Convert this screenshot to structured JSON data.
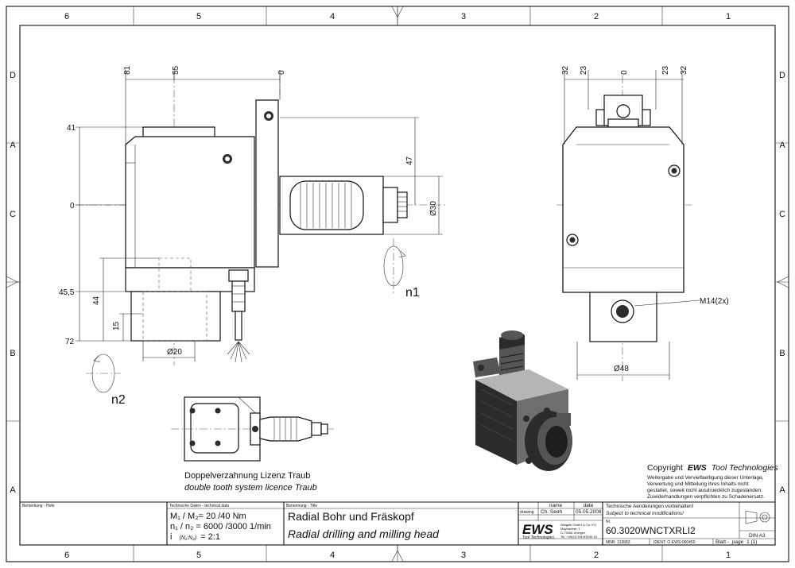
{
  "border": {
    "columns_top": [
      "6",
      "5",
      "4",
      "3",
      "2",
      "1"
    ],
    "columns_bottom": [
      "6",
      "5",
      "4",
      "3",
      "2",
      "1"
    ],
    "rows_left": [
      "D",
      "C",
      "B",
      "A"
    ],
    "rows_right": [
      "D",
      "C",
      "B",
      "A"
    ]
  },
  "side_view": {
    "dims_top": [
      "81",
      "55",
      "0"
    ],
    "dims_left": [
      "41",
      "0",
      "45,5",
      "44",
      "15",
      "72"
    ],
    "dim_47": "47",
    "dia_30": "Ø30",
    "dia_20": "Ø20",
    "label_n1": "n1",
    "label_n2": "n2"
  },
  "front_view": {
    "dims_top": [
      "32",
      "23",
      "0",
      "23",
      "32"
    ],
    "thread": "M14(2x)",
    "dia_48": "Ø48"
  },
  "plan_view": {
    "caption_de": "Doppelverzahnung Lizenz Traub",
    "caption_en": "double tooth system licence Traub"
  },
  "copyright": {
    "prefix": "Copyright",
    "brand": "EWS",
    "suffix": "Tool Technologies",
    "lines": [
      "Weitergabe und Vervielfaeltigung dieser Unterlage,",
      "Verwertung und Mitteilung ihres Inhalts nicht",
      "gestattet, soweit nicht ausdruecklich zugestanden.",
      "Zuwiderhandlungen verpflichten zu Schadenersatz."
    ]
  },
  "title_block": {
    "remarks_label": "Bemerkung - Hofe",
    "tech_label": "Technische Daten - technical data",
    "tech_line1": "M₁ / M₂= 20  /40  Nm",
    "tech_line2": "n₁ / n₂ = 6000 /3000  1/min",
    "tech_line3_a": "i",
    "tech_line3_b": "(N₁:N₂)",
    "tech_line3_c": "= 2:1",
    "designation_label": "Benennung - Title",
    "title_de": "Radial Bohr und Fräskopf",
    "title_en": "Radial drilling and milling head",
    "col_name": "name",
    "col_date": "date",
    "row_drawing": "drawing",
    "drawn_by": "Ch. Seeh",
    "drawn_date": "05.05.2008",
    "logo": "EWS",
    "logo_sub": "Tool Technologies",
    "addr_lines": [
      "Weigele GmbH & Co. KG",
      "Maybachstr. 1",
      "D-73066 Uhingen",
      "Tel. +49(0)7161/93040-10"
    ],
    "notice_de": "Technische Aenderungen vorbehalten!",
    "notice_en": "Subject to technical modifications!",
    "no_label": "Nr.",
    "part_no": "60.3020WNCTXRLI2",
    "mnr": "MNR: 113683",
    "ident": "IDENT: O-EWS-060450",
    "sheet_label": "Blatt -",
    "sheet_label_en": "page",
    "sheet_value": "1 (1)",
    "format": "DIN A3"
  }
}
